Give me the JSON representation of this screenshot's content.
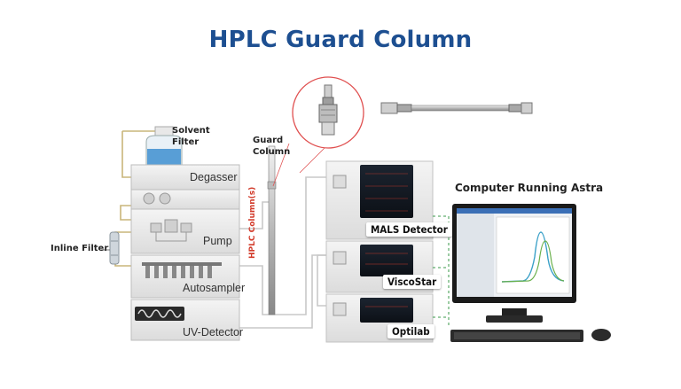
{
  "title": "HPLC Guard Column",
  "labels": {
    "solvent_filter": [
      "Solvent",
      "Filter"
    ],
    "guard_column": [
      "Guard",
      "Column"
    ],
    "inline_filter": "Inline Filter",
    "hplc_columns": "HPLC Column(s)",
    "computer": "Computer Running Astra"
  },
  "modules": {
    "degasser": "Degasser",
    "pump": "Pump",
    "autosampler": "Autosampler",
    "uv_detector": "UV-Detector"
  },
  "detectors": {
    "mals": "MALS Detector",
    "viscostar": "ViscoStar",
    "optilab": "Optilab"
  },
  "colors": {
    "title": "#1d4f91",
    "vertical_label": "#d23b2b",
    "callout_circle": "#e05050",
    "dashed_link": "#3a9a4a"
  },
  "icons": [
    "solvent-bottle-icon",
    "guard-column-closeup-icon",
    "column-tube-icon",
    "monitor-icon",
    "keyboard-icon",
    "mouse-icon"
  ]
}
